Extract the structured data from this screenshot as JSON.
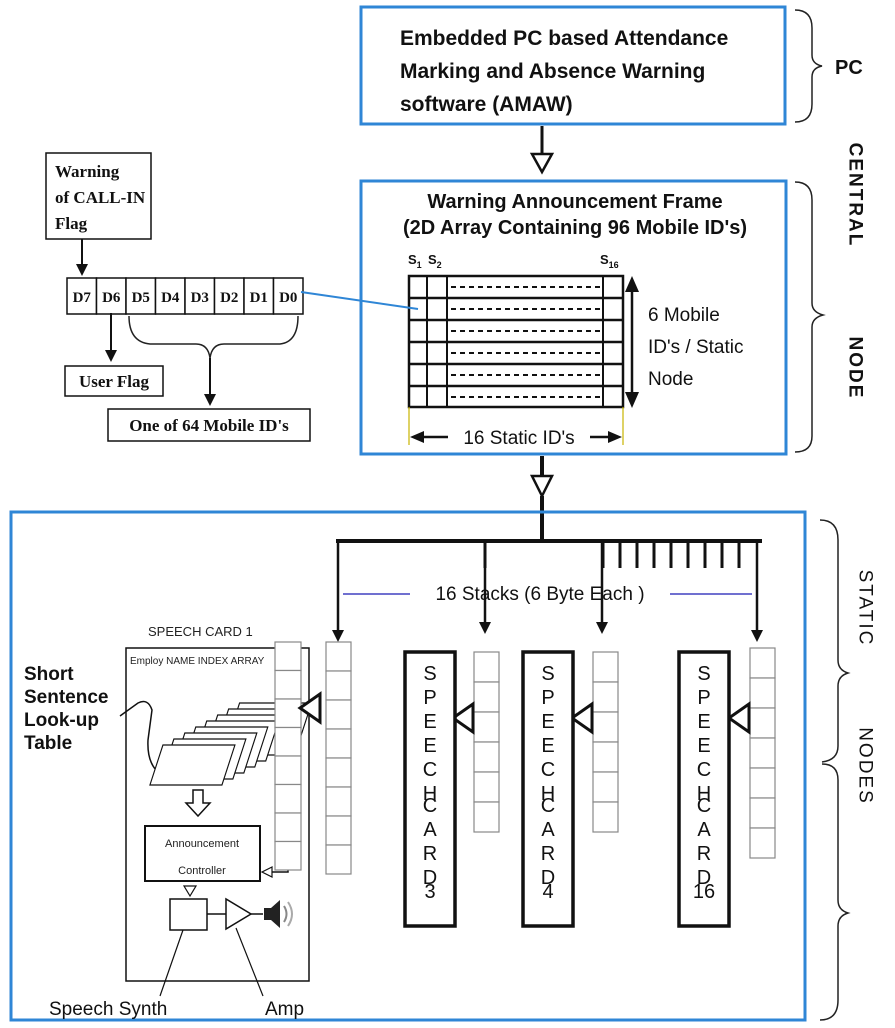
{
  "pc": {
    "line1": "Embedded PC based Attendance",
    "line2": "Marking and  Absence Warning",
    "line3": "software (AMAW)",
    "side_label": "PC"
  },
  "central": {
    "title1": "Warning Announcement Frame",
    "title2": "(2D Array Containing 96 Mobile ID's)",
    "s1": "S",
    "s1_sub": "1",
    "s2": "S",
    "s2_sub": "2",
    "s16": "S",
    "s16_sub": "16",
    "vertical_line1": "6 Mobile",
    "vertical_line2": "ID's / Static",
    "vertical_line3": "Node",
    "horizontal_label": "16 Static ID's",
    "side_label_1": "CENTRAL",
    "side_label_2": "NODE"
  },
  "byte_format": {
    "warning_line1": "Warning",
    "warning_line2": "of CALL-IN",
    "warning_line3": "Flag",
    "bits": [
      "D7",
      "D6",
      "D5",
      "D4",
      "D3",
      "D2",
      "D1",
      "D0"
    ],
    "user_flag": "User Flag",
    "mobile_ids": "One of 64 Mobile ID's"
  },
  "static_nodes": {
    "stacks_label": "16 Stacks (6 Byte Each )",
    "speech_card_1_title": "SPEECH CARD  1",
    "index_array": "Employ NAME INDEX ARRAY",
    "lookup_line1": "Short",
    "lookup_line2": "Sentence",
    "lookup_line3": "Look-up",
    "lookup_line4": "Table",
    "controller_line1": "Announcement",
    "controller_line2": "Controller",
    "speech_synth": "Speech Synth",
    "amp": "Amp",
    "card_word_1": "SPEECH",
    "card_word_2": "CARD",
    "cards": [
      "3",
      "4",
      "16"
    ],
    "side_label_1": "STATIC",
    "side_label_2": "NODES"
  }
}
